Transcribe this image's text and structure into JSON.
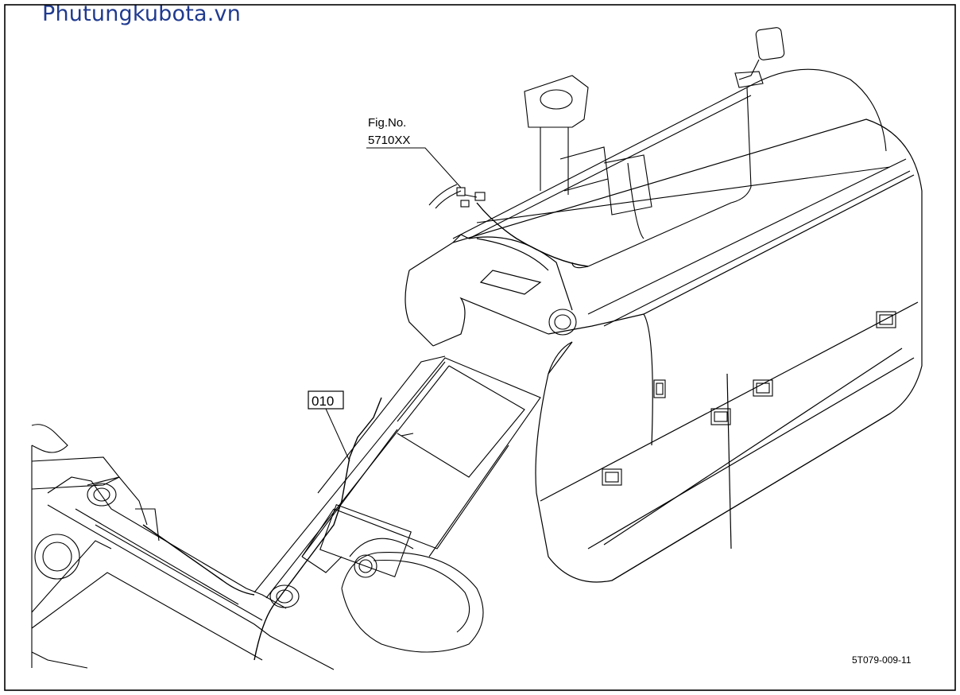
{
  "watermark": "Phutungkubota.vn",
  "figure_ref": {
    "line1": "Fig.No.",
    "line2": "5710XX"
  },
  "part_label": "010",
  "drawing_id": "5T079-009-11",
  "colors": {
    "watermark": "#1f3a8f",
    "line": "#000000",
    "background": "#ffffff"
  }
}
